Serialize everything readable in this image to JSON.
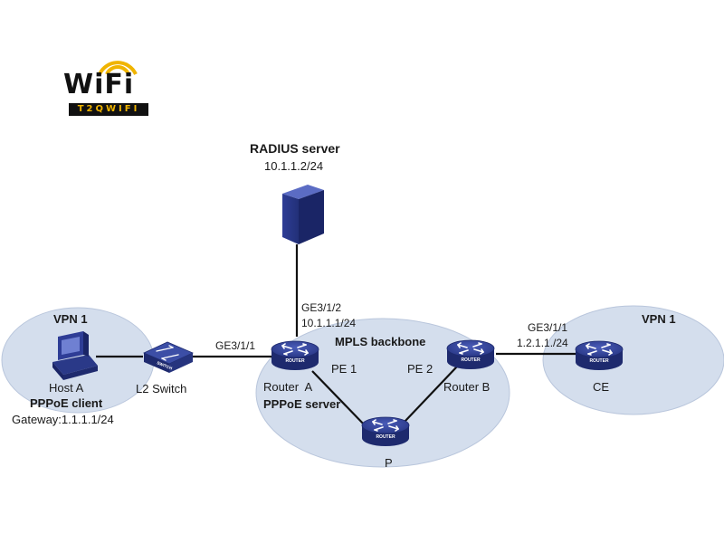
{
  "logo": {
    "name": "WiFi",
    "tagline": "T2QWIFI",
    "accent_color": "#f0b400"
  },
  "radius": {
    "title": "RADIUS server",
    "ip": "10.1.1.2/24"
  },
  "vpn_left": {
    "title": "VPN 1"
  },
  "vpn_right": {
    "title": "VPN 1"
  },
  "host": {
    "name": "Host A",
    "role": "PPPoE client",
    "gateway": "Gateway:1.1.1.1/24"
  },
  "switch": {
    "name": "L2 Switch",
    "device_text": "SWITCH"
  },
  "router_a": {
    "iface_switch": "GE3/1/1",
    "iface_radius": "GE3/1/2",
    "iface_radius_ip": "10.1.1.1/24",
    "pe": "PE 1",
    "name": "Router  A",
    "role": "PPPoE server"
  },
  "backbone": {
    "title": "MPLS backbone"
  },
  "router_b": {
    "pe": "PE 2",
    "name": "Router B",
    "iface": "GE3/1/1",
    "iface_ip": "1.2.1.1./24"
  },
  "p_router": {
    "name": "P"
  },
  "ce": {
    "name": "CE"
  },
  "device_label": "ROUTER",
  "colors": {
    "cloud_fill": "#d4deed",
    "cloud_stroke": "#b9c6dc",
    "device_blue": "#2b3a8f",
    "device_dark": "#1e2a6e",
    "link": "#111111"
  }
}
